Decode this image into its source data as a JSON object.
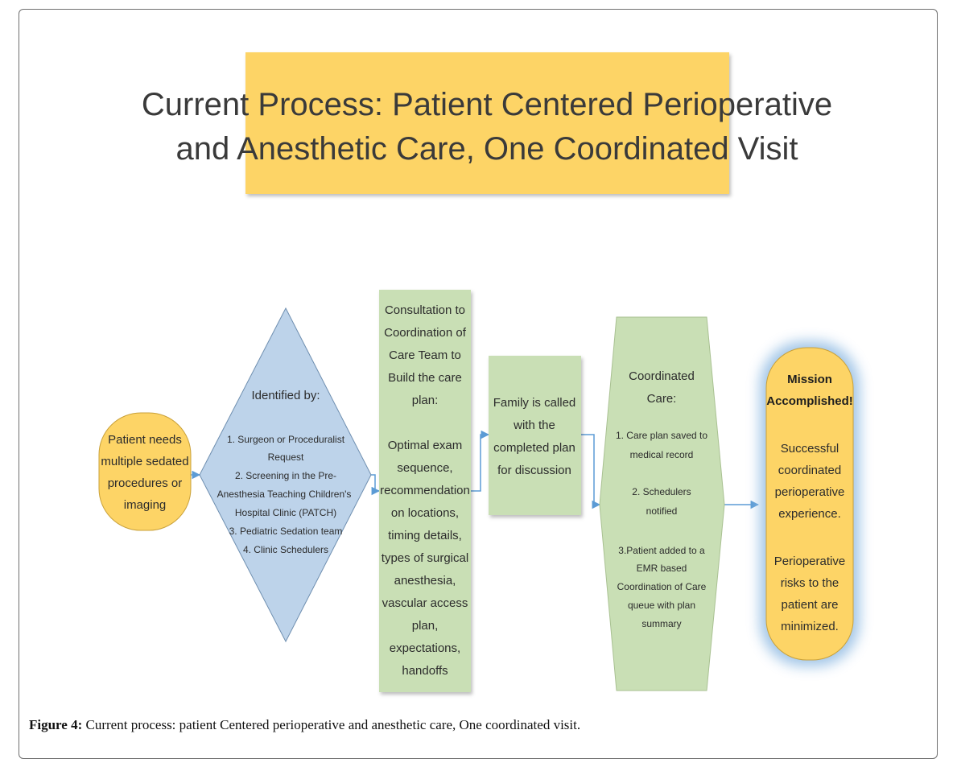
{
  "title": {
    "line1": "Current Process:  Patient Centered Perioperative",
    "line2": "and Anesthetic Care, One Coordinated Visit"
  },
  "nodes": {
    "patient_needs": {
      "lines": [
        "Patient needs",
        "multiple sedated",
        "procedures or",
        "imaging"
      ]
    },
    "identified_by": {
      "heading": "Identified by:",
      "lines": [
        "1. Surgeon or Proceduralist",
        "Request",
        "2. Screening in the Pre-",
        "Anesthesia Teaching  Children's",
        "Hospital Clinic (PATCH)",
        "3. Pediatric Sedation team",
        "4. Clinic Schedulers"
      ]
    },
    "consultation": {
      "heading_lines": [
        "Consultation to",
        "Coordination of",
        "Care Team to",
        "Build the care",
        "plan:"
      ],
      "lines": [
        "Optimal exam",
        "sequence,",
        "recommendation",
        "on locations,",
        "timing details,",
        "types of surgical",
        "anesthesia,",
        "vascular access",
        "plan,",
        "expectations,",
        "handoffs"
      ]
    },
    "family_called": {
      "lines": [
        "Family is called",
        "with the",
        "completed plan",
        "for discussion"
      ]
    },
    "coordinated_care": {
      "heading_lines": [
        "Coordinated",
        "Care:"
      ],
      "item1": [
        "1. Care plan saved to",
        "medical record"
      ],
      "item2": [
        "2. Schedulers",
        "notified"
      ],
      "item3": [
        "3.Patient added to a",
        "EMR based",
        "Coordination of Care",
        "queue with plan",
        "summary"
      ]
    },
    "mission": {
      "heading_lines": [
        "Mission",
        "Accomplished!"
      ],
      "lines1": [
        "Successful",
        "coordinated",
        "perioperative",
        "experience."
      ],
      "lines2": [
        "Perioperative",
        "risks to the",
        "patient are",
        "minimized."
      ]
    }
  },
  "caption": {
    "label": "Figure 4:",
    "text": " Current process: patient Centered perioperative and anesthetic care, One coordinated visit."
  },
  "colors": {
    "title_fill": "#fdd466",
    "yellow_node": "#fdd466",
    "blue_node": "#bdd3ea",
    "green_node": "#c9dfb5",
    "connector": "#5b9bd5",
    "glow": "#9dc3e6"
  }
}
